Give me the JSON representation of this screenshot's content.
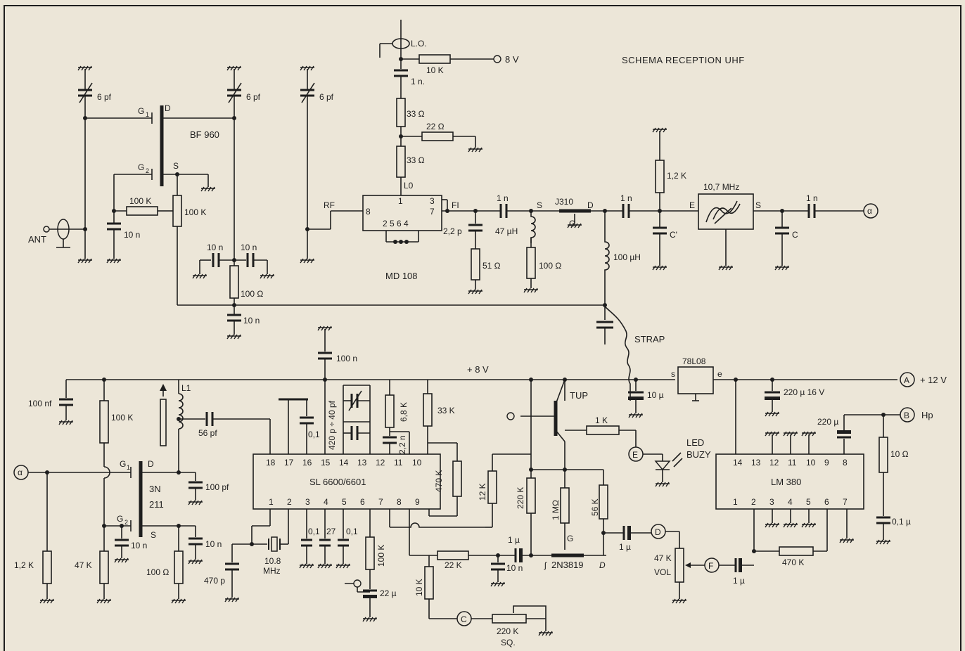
{
  "title": "SCHEMA RECEPTION UHF",
  "labels": {
    "lo": "L.O.",
    "v8_top": "8 V",
    "r_10k_top": "10 K",
    "c_1n_top": "1 n.",
    "r_33_a": "33 Ω",
    "r_22": "22 Ω",
    "r_33_b": "33 Ω",
    "lo_pin": "L0",
    "rf": "RF",
    "fi": "FI",
    "md108": "MD 108",
    "md_pin8": "8",
    "md_pin1": "1",
    "md_pin3": "3",
    "md_pin7": "7",
    "md_pins_bottom": "2 5 6 4",
    "c_6pf_1": "6 pf",
    "c_6pf_2": "6 pf",
    "c_6pf_3": "6 pf",
    "bf960": "BF 960",
    "g1_top": "G",
    "g1_sub": "1",
    "d_top": "D",
    "g2_top": "G",
    "g2_sub": "2",
    "s_top": "S",
    "r_100k_a": "100 K",
    "r_100k_pot": "100 K",
    "c_10n_a": "10 n",
    "ant": "ANT",
    "c_10n_b": "10 n",
    "c_10n_c": "10 n",
    "r_100ohm": "100 Ω",
    "c_10n_d": "10 n",
    "c_1n_a": "1 n",
    "c_22p": "2,2 p",
    "l_47uh": "47 µH",
    "r_51": "51 Ω",
    "j310": "J310",
    "j_s": "S",
    "j_d": "D",
    "j_g": "G",
    "r_100ohm_b": "100 Ω",
    "l_100uh": "100 µH",
    "c_1n_b": "1 n",
    "r_12k": "1,2 K",
    "c_prime": "C'",
    "filter_freq": "10,7 MHz",
    "filter_e": "E",
    "filter_s": "S",
    "c_1n_c": "1 n",
    "c_c": "C",
    "alpha_out": "α",
    "strap": "STRAP",
    "v8_rail": "+ 8 V",
    "c_100n": "100 n",
    "reg": "78L08",
    "reg_s": "s",
    "reg_e": "e",
    "c_10u": "10 µ",
    "c_220u": "220 µ 16 V",
    "node_a": "A",
    "v12": "+ 12 V",
    "node_b": "B",
    "hp": "Hp",
    "c_220u_b": "220 µ",
    "r_10ohm": "10 Ω",
    "c_01u": "0,1 µ",
    "c_100nf": "100 nf",
    "r_100k_b": "100 K",
    "l1": "L1",
    "c_56pf": "56 pf",
    "c_01": "0,1",
    "c_var": "420 p ÷ 40 pf",
    "r_68k": "6,8 K",
    "c_22n": "2,2 n",
    "r_33k": "33 K",
    "ic1": "SL 6600/6601",
    "ic1_top_pins": [
      "18",
      "17",
      "16",
      "15",
      "14",
      "13",
      "12",
      "11",
      "10"
    ],
    "ic1_bot_pins": [
      "1",
      "2",
      "3",
      "4",
      "5",
      "6",
      "7",
      "8",
      "9"
    ],
    "r_470k": "470 K",
    "alpha_in": "α",
    "tr_g1": "G",
    "tr_g1_sub": "1",
    "tr_d": "D",
    "tr_g2": "G",
    "tr_g2_sub": "2",
    "tr_s": "S",
    "tr_name_a": "3N",
    "tr_name_b": "211",
    "c_100pf": "100 pf",
    "c_10n_e": "10 n",
    "c_10n_f": "10 n",
    "r_12k_b": "1,2 K",
    "r_47k": "47 K",
    "r_100ohm_c": "100 Ω",
    "c_470p": "470 p",
    "xtal": "10.8",
    "xtal_unit": "MHz",
    "c_01_a": "0,1",
    "c_27": "27",
    "c_01_b": "0,1",
    "r_100k_c": "100 K",
    "c_22u": "22 µ",
    "r_10k_b": "10 K",
    "r_22k": "22 K",
    "c_1u_a": "1 µ",
    "c_10n_g": "10 n",
    "node_c": "C",
    "pot_220k": "220 K",
    "sq": "SQ.",
    "tup": "TUP",
    "r_1k": "1 K",
    "node_e": "E",
    "led": "LED",
    "buzy": "BUZY",
    "r_12k_c": "12 K",
    "r_220k": "220 K",
    "r_1m": "1 MΩ",
    "r_56k": "56 K",
    "jfet": "2N3819",
    "jfet_g": "G",
    "jfet_d": "D",
    "c_1u_b": "1 µ",
    "node_d": "D",
    "vol_a": "47 K",
    "vol_b": "VOL",
    "node_f": "F",
    "c_1u_c": "1 µ",
    "ic2": "LM 380",
    "ic2_top_pins": [
      "14",
      "13",
      "12",
      "11",
      "10",
      "9",
      "8"
    ],
    "ic2_bot_pins": [
      "1",
      "2",
      "3",
      "4",
      "5",
      "6",
      "7"
    ],
    "r_470k_b": "470 K"
  }
}
